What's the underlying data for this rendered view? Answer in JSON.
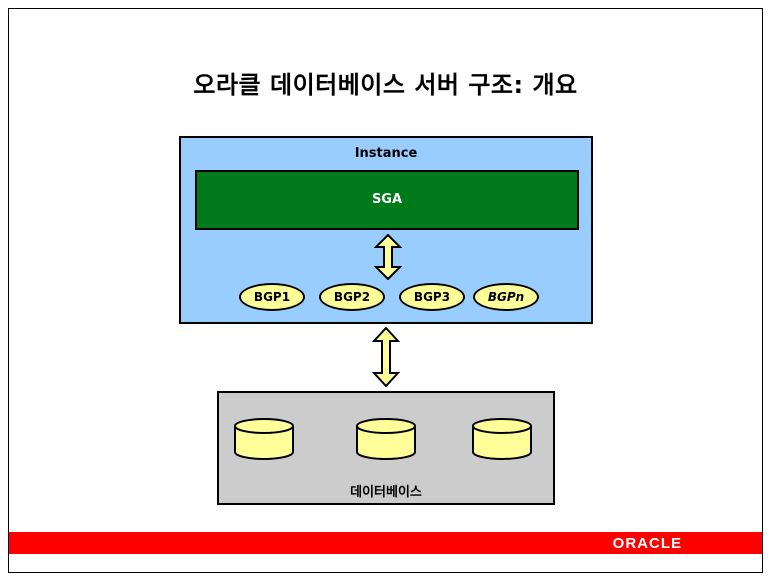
{
  "title": "오라클 데이터베이스 서버 구조: 개요",
  "instance": {
    "label": "Instance",
    "sga_label": "SGA",
    "processes": [
      "BGP1",
      "BGP2",
      "BGP3",
      "BGPn"
    ]
  },
  "database": {
    "label": "데이터베이스"
  },
  "footer": {
    "logo": "ORACLE"
  },
  "colors": {
    "instance_bg": "#99ccff",
    "sga_bg": "#007a1a",
    "process_bg": "#ffff99",
    "database_bg": "#cccccc",
    "footer_bar": "#ff0000"
  }
}
